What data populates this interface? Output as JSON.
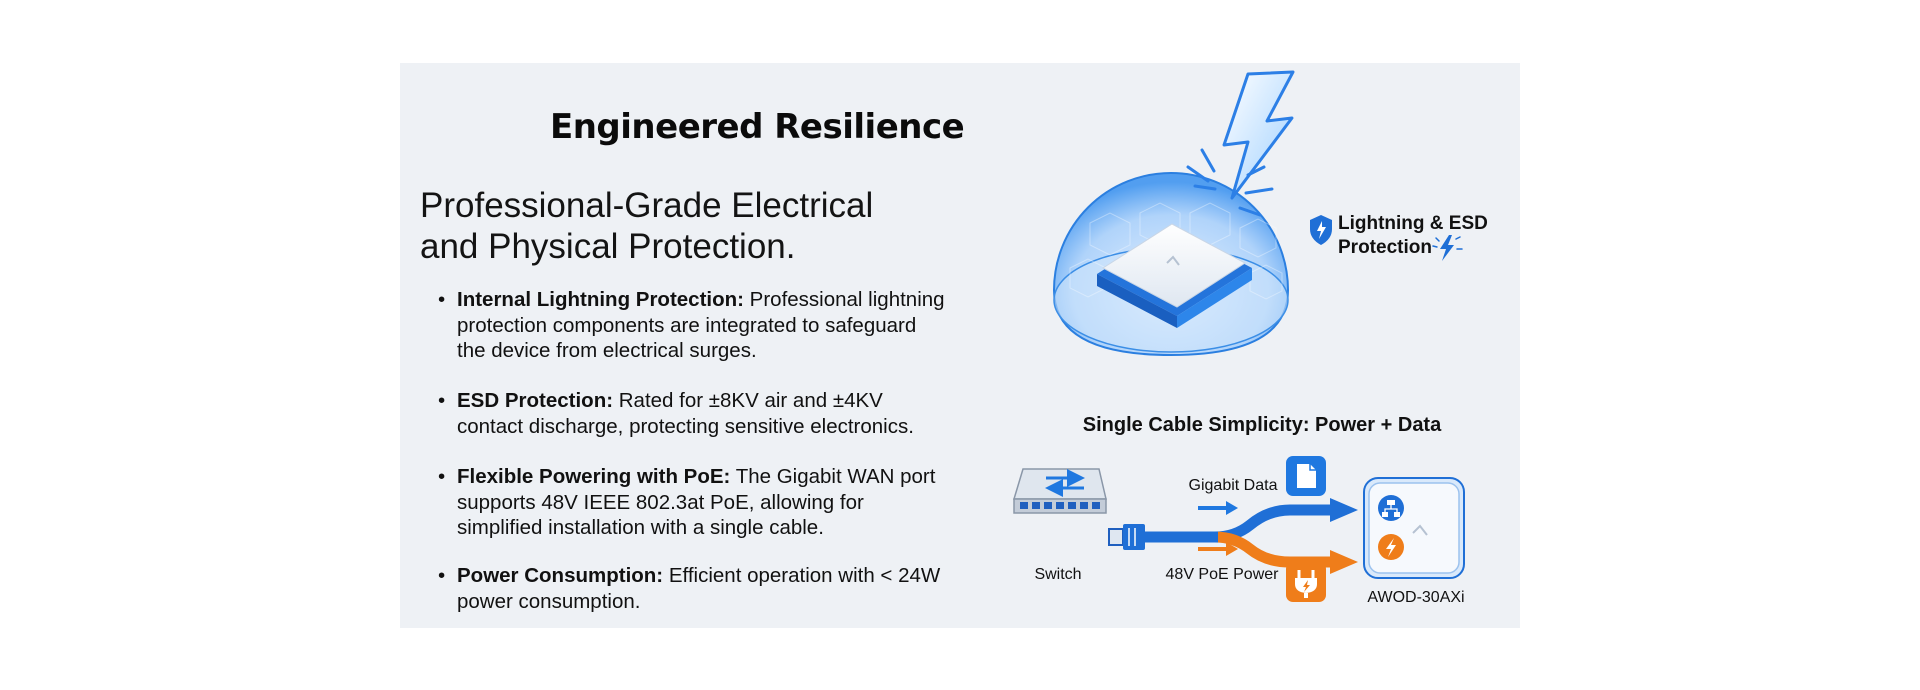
{
  "slide": {
    "title": "Engineered Resilience",
    "subtitle": "Professional-Grade Electrical and Physical Protection."
  },
  "bullets": [
    {
      "heading": "Internal Lightning Protection:",
      "text": " Professional lightning protection components are integrated to safeguard the device from electrical surges."
    },
    {
      "heading": "ESD Protection:",
      "text": " Rated for ±8KV air and ±4KV contact discharge, protecting sensitive electronics."
    },
    {
      "heading": "Flexible Powering with PoE:",
      "text": " The Gigabit WAN port supports 48V IEEE 802.3at PoE, allowing for simplified installation with a single cable."
    },
    {
      "heading": "Power Consumption:",
      "text": " Efficient operation with < 24W power consumption."
    }
  ],
  "protection_badge": {
    "line1": "Lightning & ESD",
    "line2": "Protection"
  },
  "cable_diagram": {
    "title": "Single Cable Simplicity: Power + Data",
    "data_label": "Gigabit Data",
    "power_label": "48V PoE Power",
    "switch_label": "Switch",
    "device_label": "AWOD-30AXi"
  },
  "colors": {
    "accent_blue": "#1f6fd6",
    "accent_orange": "#ef7d1a",
    "slide_bg": "#eef1f5"
  },
  "icons": [
    "lightning-bolt-icon",
    "shield-icon",
    "document-icon",
    "power-plug-icon",
    "network-icon",
    "bolt-circle-icon",
    "switch-icon",
    "ethernet-connector-icon"
  ]
}
